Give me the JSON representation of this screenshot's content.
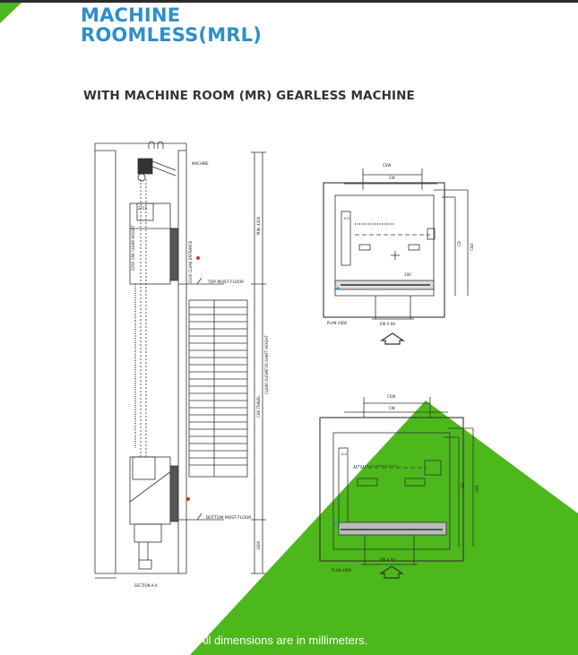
{
  "document": {
    "title_line1": "MACHINE",
    "title_line2": "ROOMLESS(MRL)",
    "subtitle": "WITH MACHINE ROOM (MR) GEARLESS MACHINE",
    "footnote": "All dimensions are in millimeters.",
    "accent_color": "#4cb81c",
    "title_color": "#2f8fc9"
  },
  "elevation_drawing": {
    "labels": {
      "top_floor": "TOP MOST FLOOR",
      "bottom_floor": "BOTTOM MOST FLOOR",
      "clear_height": "CLEAR ELEVATOR SHAFT HEIGHT",
      "car_travel": "CAR TRAVEL",
      "car_clear_height": "2250 CAR CLEAR HEIGHT",
      "clear_entrance": "2100 CLEAR ENTRANCE",
      "min_dim": "MIN. 4200",
      "dim_top": "2715",
      "dim_pit": "1600",
      "machine": "MACHINE",
      "note_green": "MACHINE",
      "section_caption": "SECTION A-A"
    }
  },
  "plan_top": {
    "labels": {
      "csw": "CSW",
      "cw": "CW",
      "cd": "CD",
      "csd": "CSD",
      "dim_100": "100",
      "ew_eh": "EW X EH",
      "s1": "1C4",
      "caption": "PLAN VIEW"
    }
  },
  "plan_bottom": {
    "labels": {
      "csw": "CSW",
      "cw": "CW",
      "cd": "CD",
      "csd": "CSD",
      "ew_eh": "EW X EH",
      "s1": "1C4",
      "caption": "PLAN VIEW"
    }
  }
}
